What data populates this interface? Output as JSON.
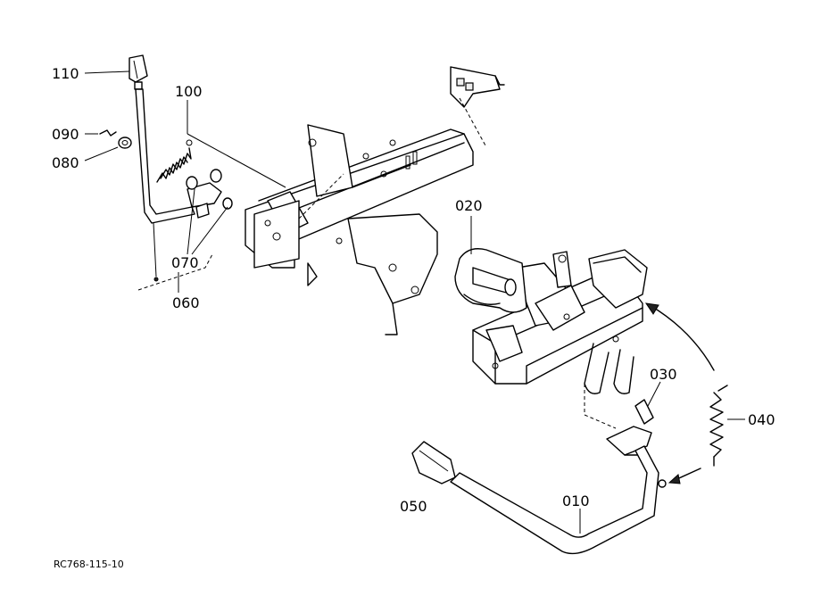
{
  "labels": {
    "p110": "110",
    "p100": "100",
    "p090": "090",
    "p080": "080",
    "p070": "070",
    "p060": "060",
    "p020": "020",
    "p030": "030",
    "p040": "040",
    "p050": "050",
    "p010": "010"
  },
  "reference_code": "RC768-115-10"
}
